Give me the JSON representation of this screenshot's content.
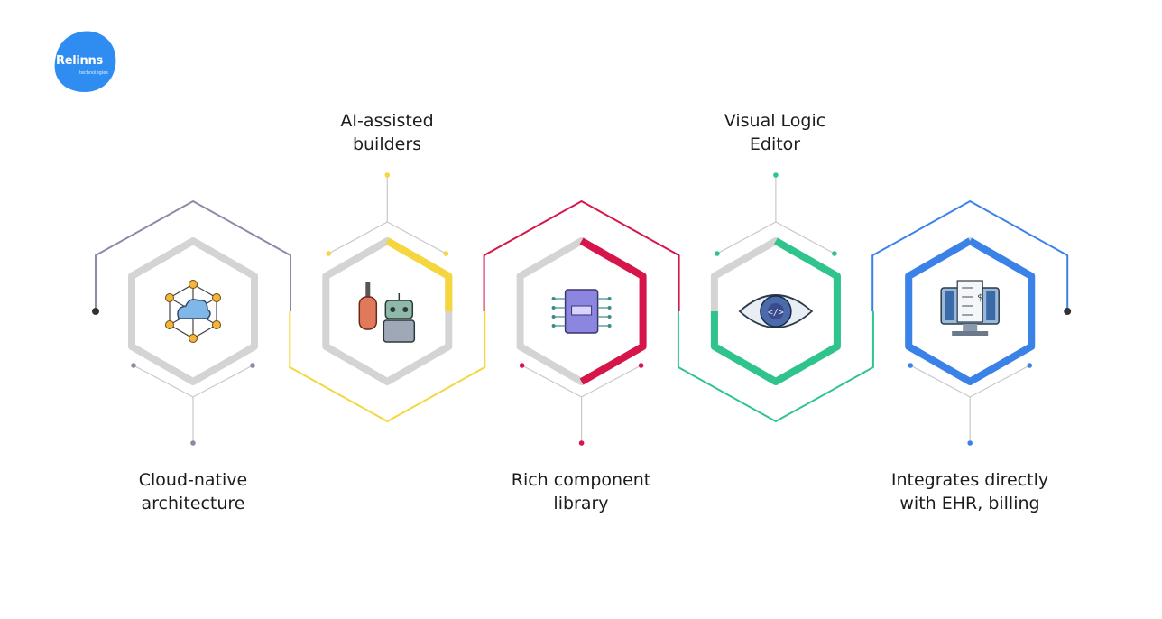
{
  "brand": {
    "name": "Relinns",
    "tagline": "technologies",
    "color": "#2f8cf0"
  },
  "features": [
    {
      "line1": "Cloud-native",
      "line2": "architecture",
      "color": "#8c8aa8",
      "icon": "cloud-network-icon",
      "position": "bottom"
    },
    {
      "line1": "AI-assisted",
      "line2": "builders",
      "color": "#f5d63c",
      "icon": "robot-screwdriver-icon",
      "position": "top"
    },
    {
      "line1": "Rich component",
      "line2": "library",
      "color": "#d6164a",
      "icon": "microchip-icon",
      "position": "bottom"
    },
    {
      "line1": "Visual Logic",
      "line2": "Editor",
      "color": "#2fc48c",
      "icon": "eye-code-icon",
      "position": "top"
    },
    {
      "line1": "Integrates directly",
      "line2": "with EHR, billing",
      "color": "#3b82e8",
      "icon": "monitor-invoice-icon",
      "position": "bottom"
    }
  ]
}
